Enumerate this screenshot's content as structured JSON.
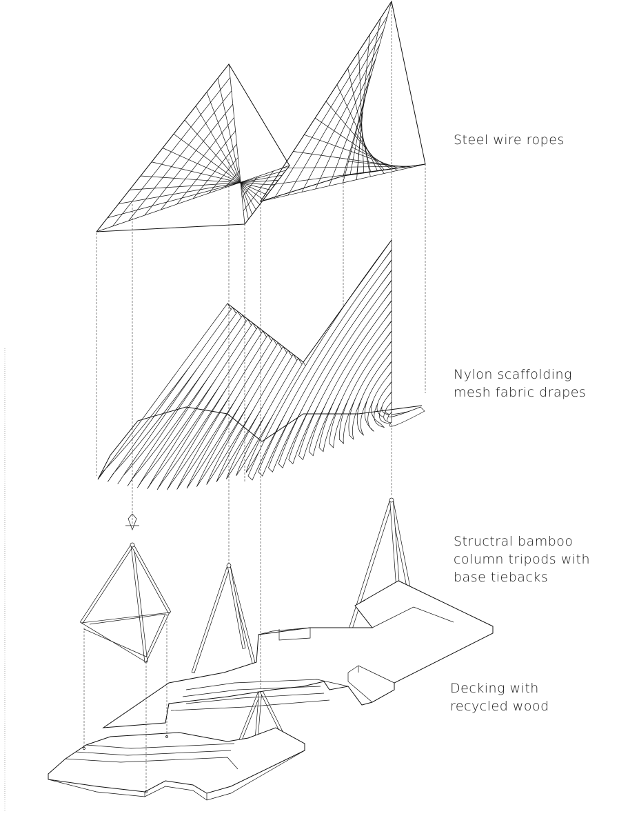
{
  "layers": [
    {
      "id": "steel",
      "lines": [
        "Steel wire ropes"
      ]
    },
    {
      "id": "nylon",
      "lines": [
        "Nylon scaffolding",
        "mesh fabric drapes"
      ]
    },
    {
      "id": "bamboo",
      "lines": [
        "Structral bamboo",
        "column tripods with",
        "base tiebacks"
      ]
    },
    {
      "id": "decking",
      "lines": [
        "Decking with",
        "recycled wood"
      ]
    }
  ],
  "colors": {
    "ink": "#111111",
    "background": "#ffffff"
  }
}
